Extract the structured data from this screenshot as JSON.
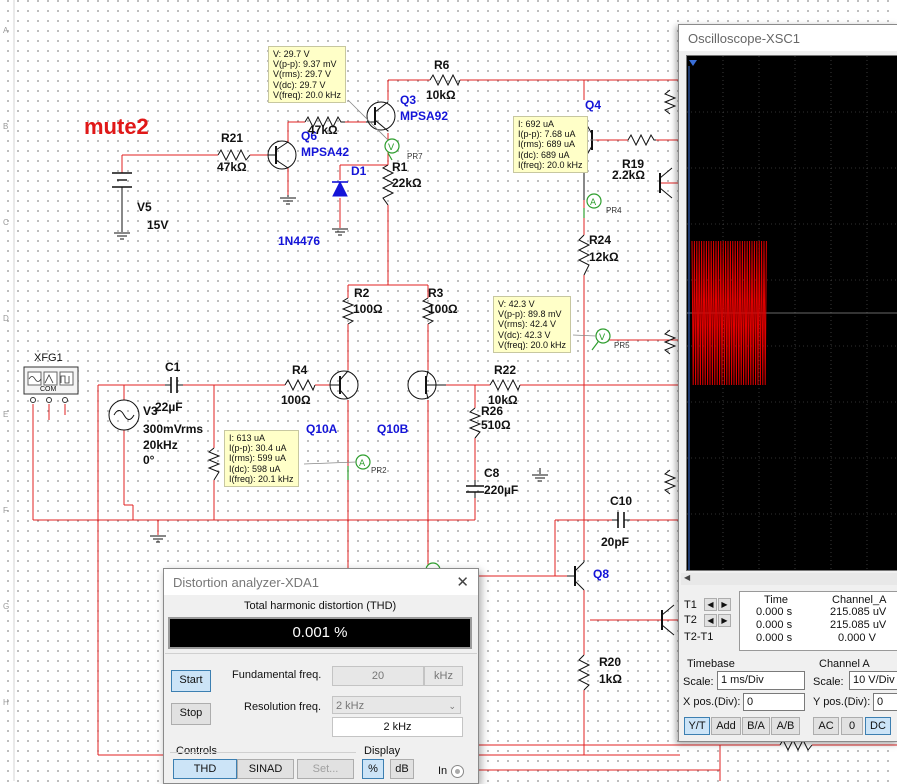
{
  "schematic": {
    "row_labels": [
      "A",
      "B",
      "C",
      "D",
      "E",
      "F",
      "G",
      "H"
    ],
    "annotation": "mute2",
    "components": [
      {
        "ref": "R21",
        "value": "47kΩ"
      },
      {
        "ref": "Q6",
        "value": "MPSA42"
      },
      {
        "ref": "Q3",
        "value": "MPSA92"
      },
      {
        "ref": "R6",
        "value": "10kΩ"
      },
      {
        "ref": "R1",
        "value": "22kΩ"
      },
      {
        "ref": "D1",
        "value": "1N4476"
      },
      {
        "ref": "V5",
        "value": "15V"
      },
      {
        "ref": "Q4",
        "value": ""
      },
      {
        "ref": "R19",
        "value": "2.2kΩ"
      },
      {
        "ref": "R24",
        "value": "12kΩ"
      },
      {
        "ref": "R2",
        "value": "100Ω"
      },
      {
        "ref": "R3",
        "value": "100Ω"
      },
      {
        "ref": "XFG1",
        "value": ""
      },
      {
        "ref": "C1",
        "value": "22µF"
      },
      {
        "ref": "R4",
        "value": "100Ω"
      },
      {
        "ref": "V3",
        "value": "300mVrms"
      },
      {
        "ref": "Q10A",
        "value": ""
      },
      {
        "ref": "Q10B",
        "value": ""
      },
      {
        "ref": "R22",
        "value": "10kΩ"
      },
      {
        "ref": "R26",
        "value": "510Ω"
      },
      {
        "ref": "C8",
        "value": "220µF"
      },
      {
        "ref": "C10",
        "value": "20pF"
      },
      {
        "ref": "Q8",
        "value": ""
      },
      {
        "ref": "R20",
        "value": "1kΩ"
      }
    ],
    "r47k_top": "47kΩ",
    "v3_freq": "20kHz",
    "v3_phase": "0°",
    "xfg_pins": "COM",
    "probe_labels": {
      "pr7": "PR7",
      "pr4": "PR4",
      "pr5": "PR5",
      "pr2": "PR2"
    },
    "probes": {
      "pr7": [
        "V: 29.7 V",
        "V(p-p): 9.37 mV",
        "V(rms): 29.7 V",
        "V(dc): 29.7 V",
        "V(freq): 20.0 kHz"
      ],
      "pr4": [
        "I: 692 uA",
        "I(p-p): 7.68 uA",
        "I(rms): 689 uA",
        "I(dc): 689 uA",
        "I(freq): 20.0 kHz"
      ],
      "pr5": [
        "V: 42.3 V",
        "V(p-p): 89.8 mV",
        "V(rms): 42.4 V",
        "V(dc): 42.3 V",
        "V(freq): 20.0 kHz"
      ],
      "pr2": [
        "I: 613 uA",
        "I(p-p): 30.4 uA",
        "I(rms): 599 uA",
        "I(dc): 598 uA",
        "I(freq): 20.1 kHz"
      ]
    }
  },
  "oscilloscope": {
    "title": "Oscilloscope-XSC1",
    "trace_color": "#e00000",
    "cursor_rows": [
      "T1",
      "T2",
      "T2-T1"
    ],
    "col_time": "Time",
    "col_channel": "Channel_A",
    "times": [
      "0.000 s",
      "0.000 s",
      "0.000 s"
    ],
    "values": [
      "215.085 uV",
      "215.085 uV",
      "0.000 V"
    ],
    "timebase_label": "Timebase",
    "scale_label": "Scale:",
    "timebase_scale": "1 ms/Div",
    "xpos_label": "X pos.(Div):",
    "xpos_value": "0",
    "buttons": [
      "Y/T",
      "Add",
      "B/A",
      "A/B"
    ],
    "channel_label": "Channel A",
    "ch_scale_label": "Scale:",
    "ch_scale": "10 V/Div",
    "ypos_label": "Y pos.(Div):",
    "ypos_value": "0",
    "coupling": [
      "AC",
      "0",
      "DC"
    ]
  },
  "distortion": {
    "title": "Distortion analyzer-XDA1",
    "close": "✕",
    "heading": "Total harmonic distortion (THD)",
    "reading": "0.001 %",
    "start": "Start",
    "stop": "Stop",
    "fund_label": "Fundamental freq.",
    "fund_value": "20",
    "fund_unit": "kHz",
    "res_label": "Resolution freq.",
    "res_select": "2 kHz",
    "res_value": "2 kHz",
    "controls_label": "Controls",
    "thd": "THD",
    "sinad": "SINAD",
    "set": "Set...",
    "display_label": "Display",
    "pct": "%",
    "db": "dB",
    "in_label": "In"
  }
}
